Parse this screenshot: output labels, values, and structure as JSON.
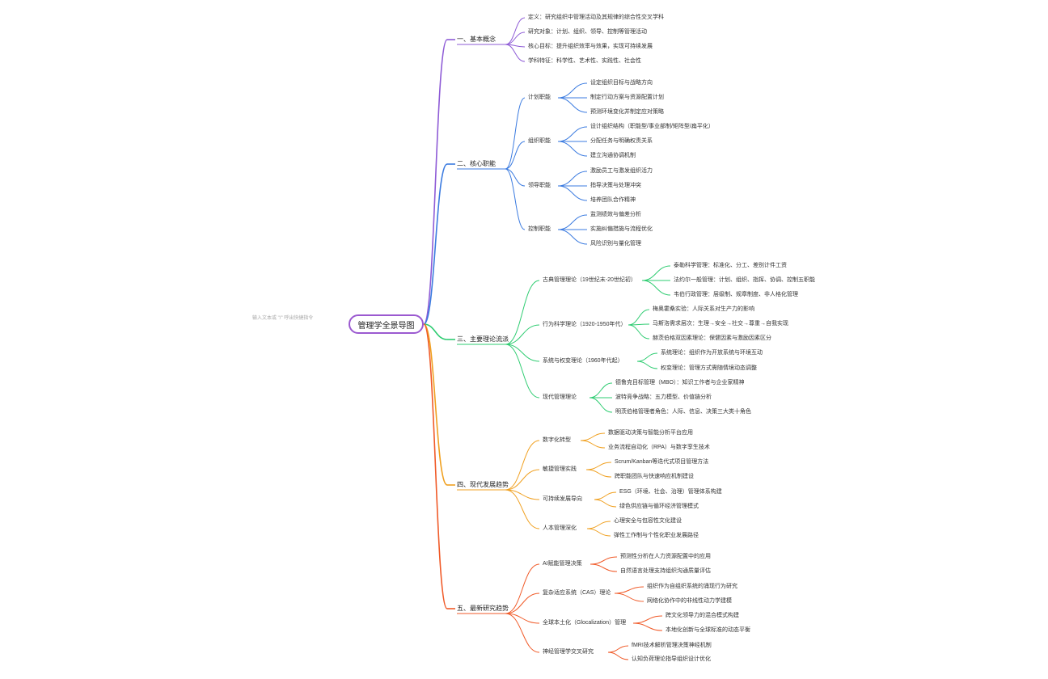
{
  "hint": "输入文本或 \"/\" 呼出快捷指令",
  "root": "管理学全景导图",
  "colors": {
    "root_border": "#9b59d0",
    "branch": [
      "#8e5bd6",
      "#3b7be0",
      "#2ecc71",
      "#f0a020",
      "#f05a28"
    ]
  },
  "branches": [
    {
      "label": "一、基本概念",
      "children": [
        {
          "label": "定义：研究组织中管理活动及其规律的综合性交叉学科"
        },
        {
          "label": "研究对象：计划、组织、领导、控制等管理活动"
        },
        {
          "label": "核心目标：提升组织效率与效果，实现可持续发展"
        },
        {
          "label": "学科特征：科学性、艺术性、实践性、社会性"
        }
      ]
    },
    {
      "label": "二、核心职能",
      "children": [
        {
          "label": "计划职能",
          "children": [
            "设定组织目标与战略方向",
            "制定行动方案与资源配置计划",
            "预测环境变化并制定应对策略"
          ]
        },
        {
          "label": "组织职能",
          "children": [
            "设计组织结构（职能型/事业部制/矩阵型/扁平化）",
            "分配任务与明确权责关系",
            "建立沟通协调机制"
          ]
        },
        {
          "label": "领导职能",
          "children": [
            "激励员工与激发组织活力",
            "指导决策与处理冲突",
            "培养团队合作精神"
          ]
        },
        {
          "label": "控制职能",
          "children": [
            "监测绩效与偏差分析",
            "实施纠偏措施与流程优化",
            "风险识别与量化管理"
          ]
        }
      ]
    },
    {
      "label": "三、主要理论流派",
      "children": [
        {
          "label": "古典管理理论（19世纪末-20世纪初）",
          "children": [
            "泰勒科学管理：标准化、分工、差别计件工资",
            "法约尔一般管理：计划、组织、指挥、协调、控制五职能",
            "韦伯行政管理：层级制、规章制度、非人格化管理"
          ]
        },
        {
          "label": "行为科学理论（1920-1950年代）",
          "children": [
            "梅奥霍桑实验：人际关系对生产力的影响",
            "马斯洛需求层次：生理→安全→社交→尊重→自我实现",
            "赫茨伯格双因素理论：保健因素与激励因素区分"
          ]
        },
        {
          "label": "系统与权变理论（1960年代起）",
          "children": [
            "系统理论：组织作为开放系统与环境互动",
            "权变理论：管理方式需随情境动态调整"
          ]
        },
        {
          "label": "现代管理理论",
          "children": [
            "德鲁克目标管理（MBO）：知识工作者与企业家精神",
            "波特竞争战略：五力模型、价值链分析",
            "明茨伯格管理者角色：人际、信息、决策三大类十角色"
          ]
        }
      ]
    },
    {
      "label": "四、现代发展趋势",
      "children": [
        {
          "label": "数字化转型",
          "children": [
            "数据驱动决策与智能分析平台应用",
            "业务流程自动化（RPA）与数字孪生技术"
          ]
        },
        {
          "label": "敏捷管理实践",
          "children": [
            "Scrum/Kanban等迭代式项目管理方法",
            "跨职能团队与快速响应机制建设"
          ]
        },
        {
          "label": "可持续发展导向",
          "children": [
            "ESG（环境、社会、治理）管理体系构建",
            "绿色供应链与循环经济管理模式"
          ]
        },
        {
          "label": "人本管理深化",
          "children": [
            "心理安全与包容性文化建设",
            "弹性工作制与个性化职业发展路径"
          ]
        }
      ]
    },
    {
      "label": "五、最新研究趋势",
      "children": [
        {
          "label": "AI赋能管理决策",
          "children": [
            "预测性分析在人力资源配置中的应用",
            "自然语言处理支持组织沟通质量评估"
          ]
        },
        {
          "label": "复杂适应系统（CAS）理论",
          "children": [
            "组织作为自组织系统的涌现行为研究",
            "网络化协作中的非线性动力学建模"
          ]
        },
        {
          "label": "全球本土化（Glocalization）管理",
          "children": [
            "跨文化领导力的混合模式构建",
            "本地化创新与全球标准的动态平衡"
          ]
        },
        {
          "label": "神经管理学交叉研究",
          "children": [
            "fMRI技术解析管理决策神经机制",
            "认知负荷理论指导组织设计优化"
          ]
        }
      ]
    }
  ]
}
